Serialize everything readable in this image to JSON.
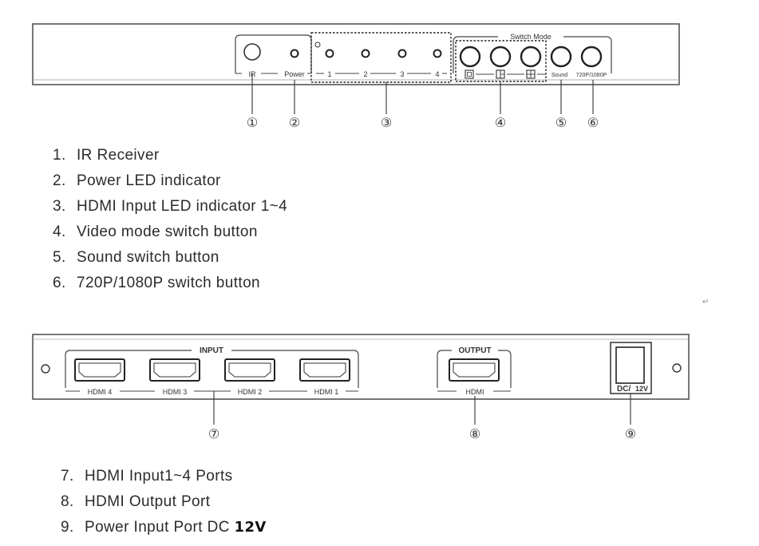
{
  "front_panel": {
    "labels": {
      "ir": "IR",
      "power": "Power",
      "led_1": "1",
      "led_2": "2",
      "led_3": "3",
      "led_4": "4",
      "switch_mode": "Switch Mode",
      "sound": "Sound",
      "resolution": "720P/1080P"
    }
  },
  "rear_panel": {
    "input_group": "INPUT",
    "inputs": [
      "HDMI 4",
      "HDMI 3",
      "HDMI 2",
      "HDMI 1"
    ],
    "output_group": "OUTPUT",
    "output": "HDMI",
    "power_prefix": "DC/",
    "power_voltage": "12V"
  },
  "callouts": [
    "①",
    "②",
    "③",
    "④",
    "⑤",
    "⑥",
    "⑦",
    "⑧",
    "⑨"
  ],
  "legend_front": [
    {
      "num": "1.",
      "text": "IR Receiver"
    },
    {
      "num": "2.",
      "text": "Power LED indicator"
    },
    {
      "num": "3.",
      "text": "HDMI Input LED indicator 1~4"
    },
    {
      "num": "4.",
      "text": "Video mode switch button"
    },
    {
      "num": "5.",
      "text": "Sound switch button"
    },
    {
      "num": "6.",
      "text": "720P/1080P switch button"
    }
  ],
  "legend_rear": [
    {
      "num": "7.",
      "text": "HDMI Input1~4 Ports"
    },
    {
      "num": "8.",
      "text": "HDMI Output Port"
    },
    {
      "num": "9.",
      "text": "Power Input Port DC ",
      "emph": "12V"
    }
  ],
  "return_mark": "↵",
  "icons": [
    "single-view-icon",
    "split-view-icon",
    "quad-view-icon",
    "hdmi-port-icon"
  ]
}
